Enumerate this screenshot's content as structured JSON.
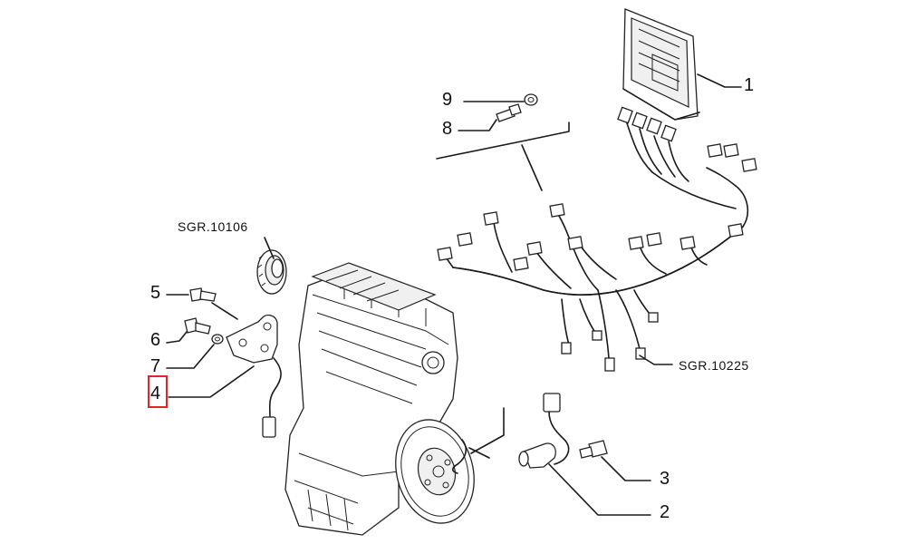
{
  "callouts": {
    "c1": "1",
    "c2": "2",
    "c3": "3",
    "c4": "4",
    "c5": "5",
    "c6": "6",
    "c7": "7",
    "c8": "8",
    "c9": "9"
  },
  "references": {
    "sgr_10106": "SGR.10106",
    "sgr_10225": "SGR.10225"
  },
  "highlight": {
    "selected_callout": "4",
    "color": "#e0262b"
  }
}
